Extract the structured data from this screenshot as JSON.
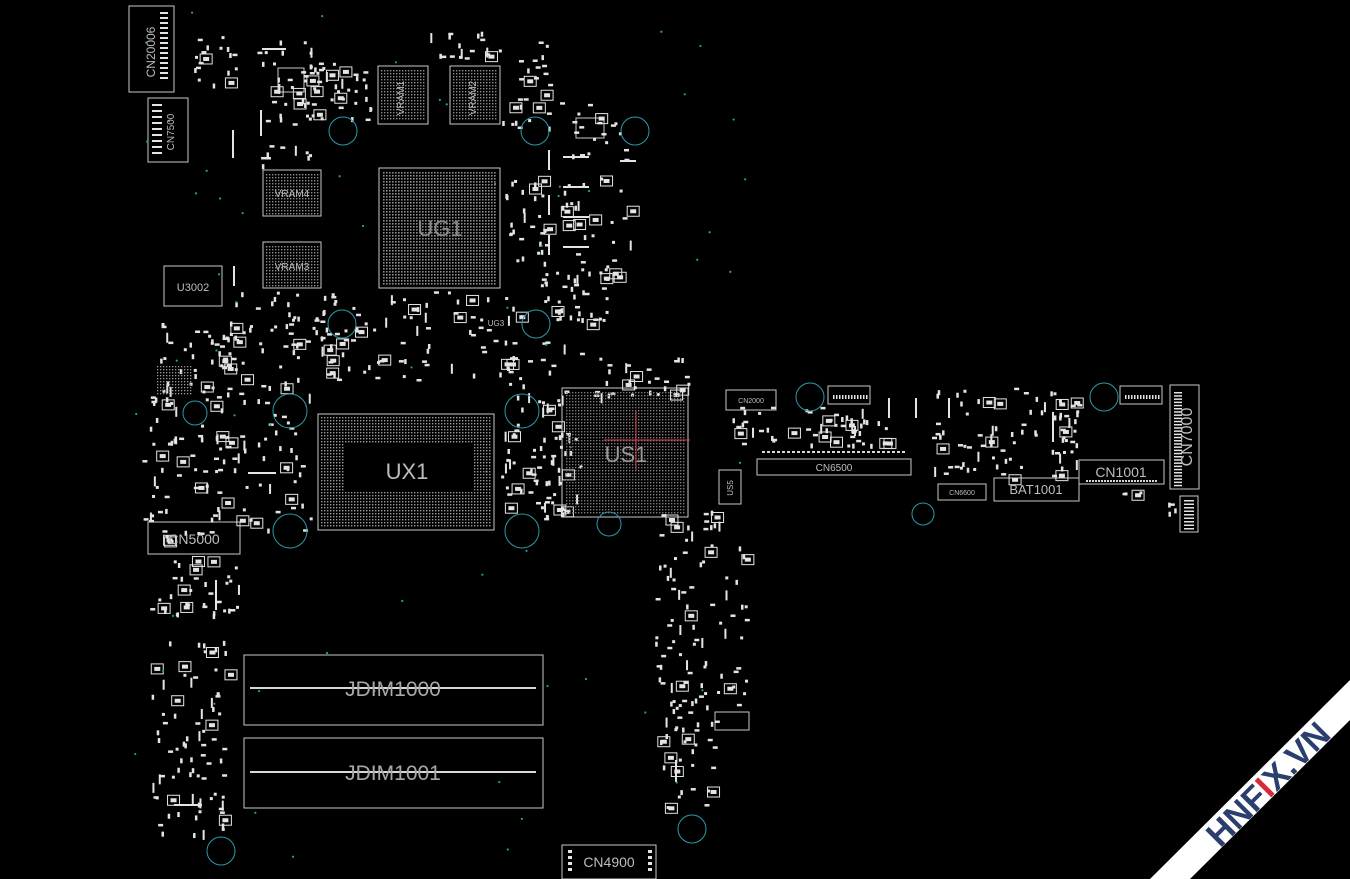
{
  "board": {
    "background": "#000000",
    "outline_color": "#c8c8c8",
    "pad_color": "#e4e4e4",
    "via_color": "#2a9aa8",
    "label_color": "#bdbdbd",
    "selection_color": "#e0405c"
  },
  "components": {
    "cn20006": "CN20006",
    "cn7500": "CN7500",
    "vram1": "VRAM1",
    "vram2": "VRAM2",
    "vram3": "VRAM3",
    "vram4": "VRAM4",
    "ug1": "UG1",
    "u3002": "U3002",
    "ug3": "UG3",
    "ux1": "UX1",
    "us1": "US1",
    "us5": "US5",
    "cn5000": "CN5000",
    "jdim1000": "JDIM1000",
    "jdim1001": "JDIM1001",
    "cn4900": "CN4900",
    "cn2000": "CN2000",
    "cn6500": "CN6500",
    "cn6600": "CN6600",
    "bat1001": "BAT1001",
    "cn1001": "CN1001",
    "cn7000": "CN7000"
  },
  "watermark": {
    "text_a": "HNF",
    "text_b": "I",
    "text_c": "X.VN",
    "text_color": "#2b3f6e",
    "accent_color": "#d72b35",
    "band_color": "#ffffff"
  }
}
